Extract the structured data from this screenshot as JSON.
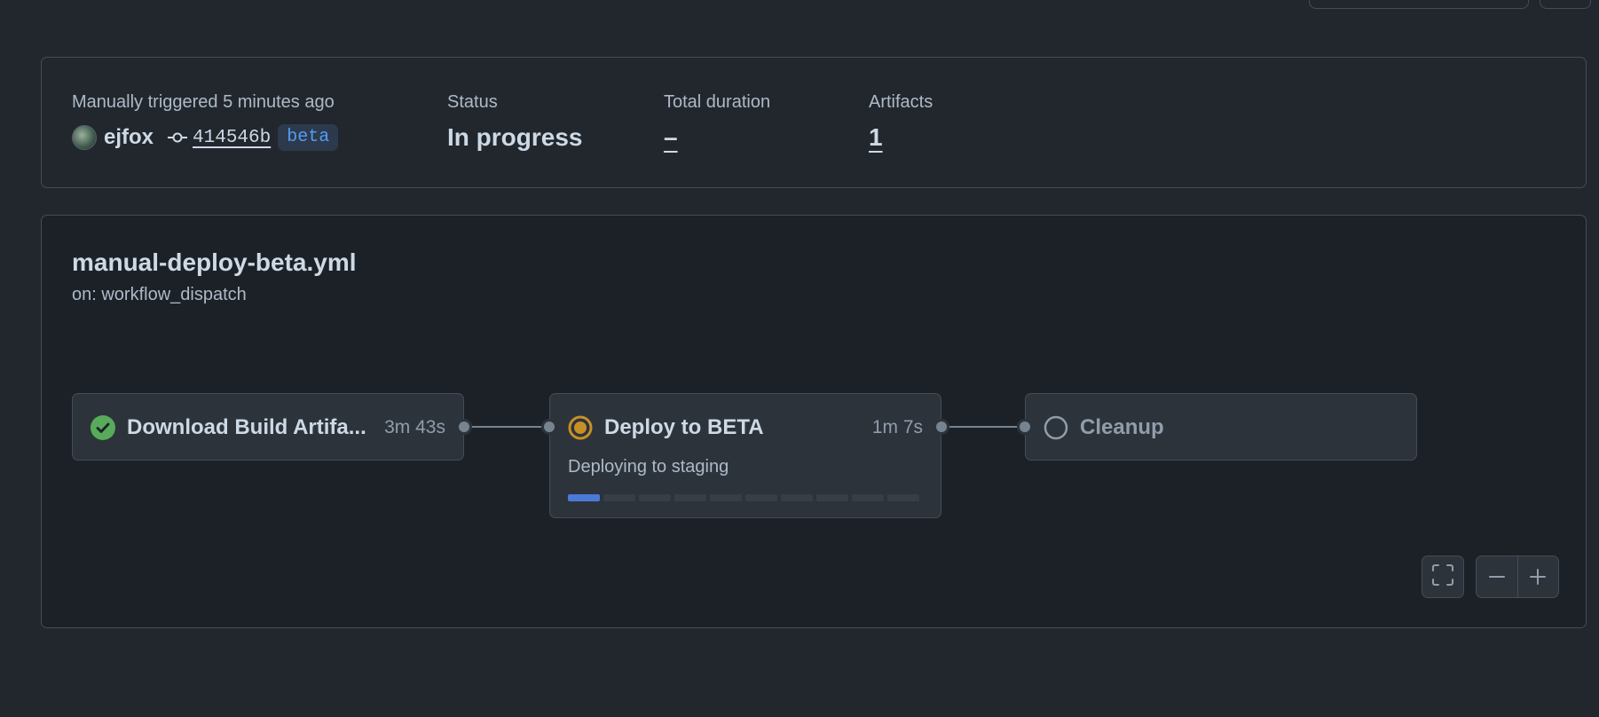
{
  "summary": {
    "trigger_label": "Manually triggered 5 minutes ago",
    "actor": "ejfox",
    "commit_sha": "414546b",
    "branch": "beta",
    "status_label": "Status",
    "status_value": "In progress",
    "duration_label": "Total duration",
    "duration_value": "–",
    "artifacts_label": "Artifacts",
    "artifacts_value": "1"
  },
  "workflow": {
    "name": "manual-deploy-beta.yml",
    "trigger": "on: workflow_dispatch"
  },
  "jobs": [
    {
      "title": "Download Build Artifa...",
      "duration": "3m 43s",
      "state": "success",
      "icon": "check-circle-icon"
    },
    {
      "title": "Deploy to BETA",
      "duration": "1m 7s",
      "state": "in_progress",
      "icon": "in-progress-icon",
      "step": "Deploying to staging",
      "progress": 0.1
    },
    {
      "title": "Cleanup",
      "duration": "",
      "state": "queued",
      "icon": "queued-circle-icon"
    }
  ],
  "colors": {
    "success": "#57ab5a",
    "in_progress": "#c69026",
    "accent": "#539bf5",
    "progress": "#4a7ad8"
  }
}
